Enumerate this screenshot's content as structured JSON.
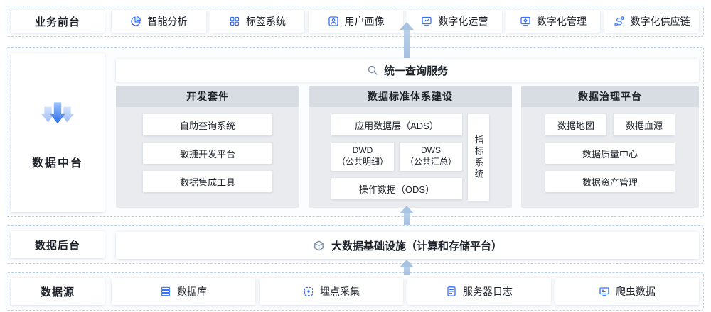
{
  "accent": "#3370ff",
  "arrow_color": "#a9c4e3",
  "business_front": {
    "label": "业务前台",
    "items": [
      {
        "label": "智能分析",
        "icon": "pie-chart-icon"
      },
      {
        "label": "标签系统",
        "icon": "tags-grid-icon"
      },
      {
        "label": "用户画像",
        "icon": "user-portrait-icon"
      },
      {
        "label": "数字化运营",
        "icon": "monitor-chart-icon"
      },
      {
        "label": "数字化管理",
        "icon": "monitor-gear-icon"
      },
      {
        "label": "数字化供应链",
        "icon": "supply-chain-icon"
      }
    ]
  },
  "data_middle": {
    "label": "数据中台",
    "middle_icon": "funnel-arrows-icon",
    "query_service": {
      "label": "统一查询服务",
      "icon": "search-icon"
    },
    "dev_kit": {
      "title": "开发套件",
      "items": [
        "自助查询系统",
        "敏捷开发平台",
        "数据集成工具"
      ]
    },
    "data_standard": {
      "title": "数据标准体系建设",
      "ads": "应用数据层（ADS）",
      "dwd": "DWD\n（公共明细）",
      "dws": "DWS\n（公共汇总）",
      "ods": "操作数据（ODS）",
      "indicator": "指标系统"
    },
    "governance": {
      "title": "数据治理平台",
      "map": "数据地图",
      "lineage": "数据血源",
      "quality": "数据质量中心",
      "asset": "数据资产管理"
    }
  },
  "data_backend": {
    "label": "数据后台",
    "infra": {
      "label": "大数据基础设施（计算和存储平台）",
      "icon": "cube-icon"
    }
  },
  "data_sources": {
    "label": "数据源",
    "items": [
      {
        "label": "数据库",
        "icon": "database-icon"
      },
      {
        "label": "埋点采集",
        "icon": "tracking-icon"
      },
      {
        "label": "服务器日志",
        "icon": "log-file-icon"
      },
      {
        "label": "爬虫数据",
        "icon": "crawler-icon"
      }
    ]
  }
}
